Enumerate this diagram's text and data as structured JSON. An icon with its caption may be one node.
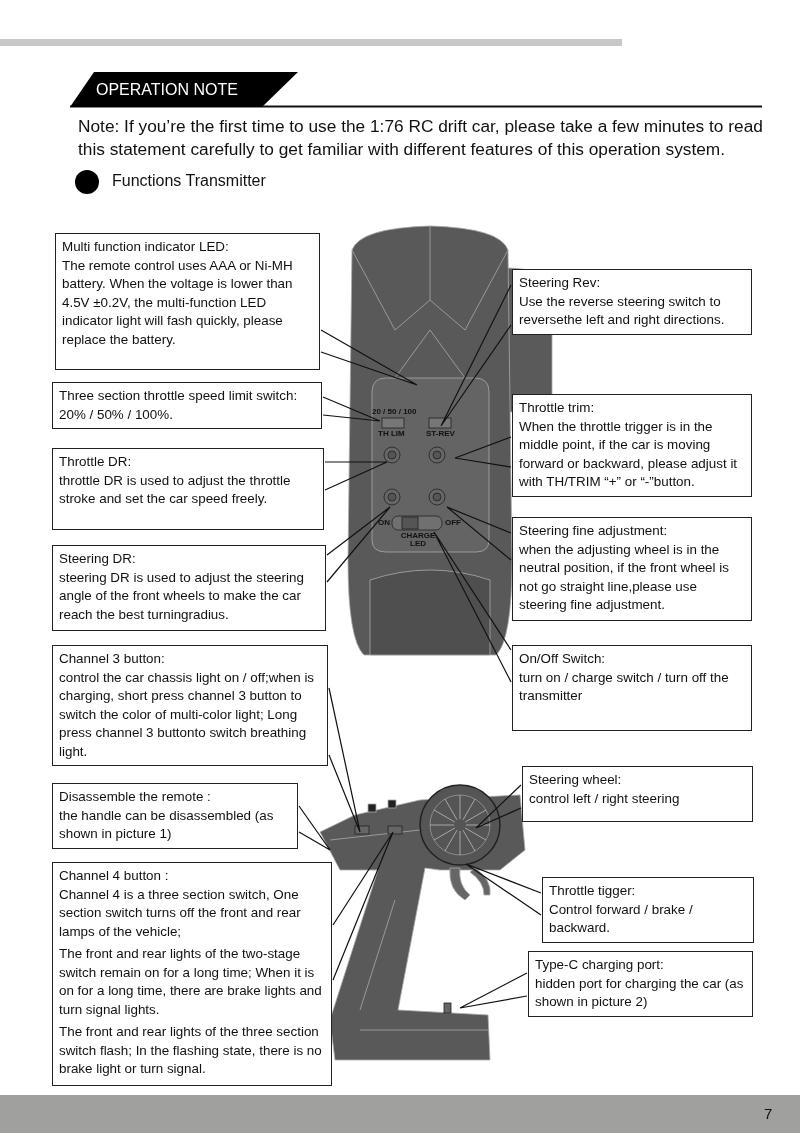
{
  "diagram": {
    "nodes": [
      {
        "text": [
          "OPERATION NOTE"
        ]
      },
      {
        "text": [
          "Multi function indicator LED:",
          "The remote control uses AAA or Ni-MH battery. When the voltage is lower than 4.5V ±0.2V, the multi-function LED indicator light will fash quickly, please replace the battery."
        ]
      },
      {
        "text": [
          "Steering Rev:",
          "Use the reverse steering switch to reversethe left and right directions."
        ]
      },
      {
        "text": [
          "Three section throttle speed limit switch: 20% / 50% / 100%."
        ]
      },
      {
        "text": [
          "Throttle trim:",
          "When the throttle trigger is in the middle point, if the car is moving forward or backward, please adjust it with TH/TRIM “+” or “-”button."
        ]
      },
      {
        "text": [
          "Throttle DR:",
          "throttle DR is used to adjust the throttle stroke and set the car speed freely."
        ]
      },
      {
        "text": [
          "Steering fine adjustment:",
          "when the adjusting wheel is in the neutral position, if the front wheel is not go straight line,please use steering fine adjustment."
        ]
      },
      {
        "text": [
          "Steering DR:",
          "steering DR is used to adjust the steering angle of the front wheels to make the car reach the best turningradius."
        ]
      },
      {
        "text": [
          "On/Off Switch:",
          "turn on / charge switch / turn off the transmitter"
        ]
      },
      {
        "text": [
          "Channel 3 button:",
          "control the car chassis light on / off;when is charging, short press channel 3 button to switch the color of multi-color light; Long press channel 3 buttonto switch breathing light."
        ]
      },
      {
        "text": [
          "Steering wheel:",
          "control left / right steering"
        ]
      },
      {
        "text": [
          "Disassemble the remote :",
          "the handle can be disassembled (as shown in picture 1)"
        ]
      },
      {
        "text": [
          "Channel 4 button :",
          "Channel 4 is a three section switch, One section switch turns off the front and rear lamps of the vehicle;",
          "The front and rear lights of the two-stage switch remain on for a long time; When it is on for a long time, there are brake lights and turn signal lights.",
          "The front and rear lights of the three section switch flash; In the flashing state, there is no brake light or turn signal."
        ]
      },
      {
        "text": [
          "Throttle tigger:",
          "Control forward / brake / backward."
        ]
      },
      {
        "text": [
          "Type-C charging port:",
          "hidden port for charging the car (as shown in picture 2)"
        ]
      },
      {
        "text": [],
        "shape": "picture"
      },
      {
        "text": [],
        "shape": "picture"
      }
    ],
    "edges": [
      {
        "from": 1,
        "to": 15,
        "arrow": "none"
      },
      {
        "from": 2,
        "to": 15,
        "arrow": "none"
      },
      {
        "from": 3,
        "to": 15,
        "arrow": "none"
      },
      {
        "from": 4,
        "to": 15,
        "arrow": "none"
      },
      {
        "from": 5,
        "to": 15,
        "arrow": "none"
      },
      {
        "from": 6,
        "to": 15,
        "arrow": "none"
      },
      {
        "from": 7,
        "to": 15,
        "arrow": "none"
      },
      {
        "from": 8,
        "to": 15,
        "arrow": "none"
      },
      {
        "from": 9,
        "to": 16,
        "arrow": "none"
      },
      {
        "from": 10,
        "to": 16,
        "arrow": "none"
      },
      {
        "from": 11,
        "to": 16,
        "arrow": "none"
      },
      {
        "from": 12,
        "to": 16,
        "arrow": "none"
      },
      {
        "from": 13,
        "to": 16,
        "arrow": "none"
      },
      {
        "from": 14,
        "to": 16,
        "arrow": "none"
      }
    ],
    "labels": [
      "Note: If you’re the first time to use the 1:76 RC drift car, please take a few minutes to read this statement carefully to get familiar with different features of this operation system.",
      "Functions Transmitter",
      "20 / 50 / 100",
      "ST-REV",
      "TH LIM",
      "ON",
      "OFF",
      "CHARGE LED",
      "7"
    ]
  }
}
